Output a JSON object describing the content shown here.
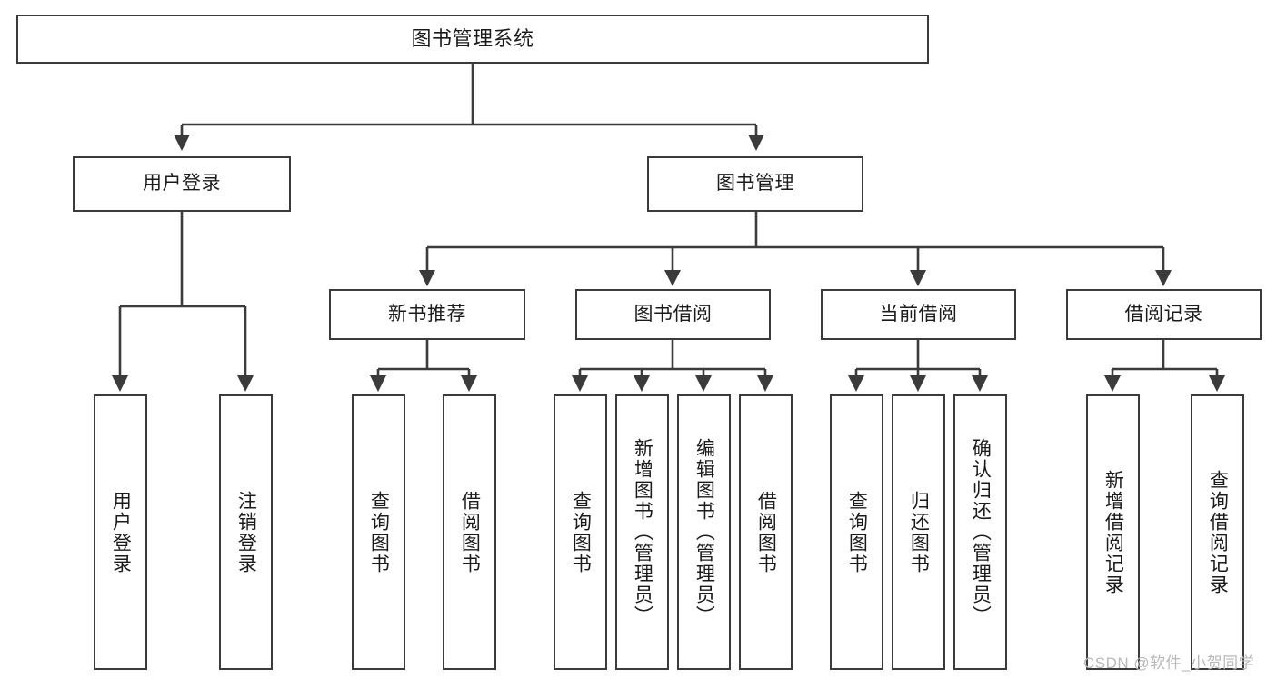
{
  "diagram": {
    "title": "图书管理系统",
    "style": {
      "border_color": "#3b3b3b",
      "node_fill": "#ffffff",
      "line_color": "#3b3b3b",
      "text_color": "#1b1b1b",
      "background": "#ffffff",
      "watermark_color": "#b9b9b9"
    },
    "nodes": {
      "root": {
        "label": "图书管理系统"
      },
      "level2": [
        {
          "id": "user-login",
          "label": "用户登录"
        },
        {
          "id": "book-manage",
          "label": "图书管理"
        }
      ],
      "level3": [
        {
          "id": "new-book-recommend",
          "label": "新书推荐"
        },
        {
          "id": "book-borrow",
          "label": "图书借阅"
        },
        {
          "id": "current-borrow",
          "label": "当前借阅"
        },
        {
          "id": "borrow-record",
          "label": "借阅记录"
        }
      ],
      "leaves": {
        "user_login": [
          {
            "id": "leaf-user-login",
            "label": "用户登录"
          },
          {
            "id": "leaf-logout-login",
            "label": "注销登录"
          }
        ],
        "new_book_recommend": [
          {
            "id": "leaf-query-book-1",
            "label": "查询图书"
          },
          {
            "id": "leaf-borrow-book-1",
            "label": "借阅图书"
          }
        ],
        "book_borrow": [
          {
            "id": "leaf-query-book-2",
            "label": "查询图书"
          },
          {
            "id": "leaf-add-book",
            "label": "新增图书（管理员）"
          },
          {
            "id": "leaf-edit-book",
            "label": "编辑图书（管理员）"
          },
          {
            "id": "leaf-borrow-book-2",
            "label": "借阅图书"
          }
        ],
        "current_borrow": [
          {
            "id": "leaf-query-book-3",
            "label": "查询图书"
          },
          {
            "id": "leaf-return-book",
            "label": "归还图书"
          },
          {
            "id": "leaf-confirm-return",
            "label": "确认归还（管理员）"
          }
        ],
        "borrow_record": [
          {
            "id": "leaf-add-record",
            "label": "新增借阅记录"
          },
          {
            "id": "leaf-query-record",
            "label": "查询借阅记录"
          }
        ]
      }
    },
    "watermark": "CSDN @软件_小贺同学"
  }
}
